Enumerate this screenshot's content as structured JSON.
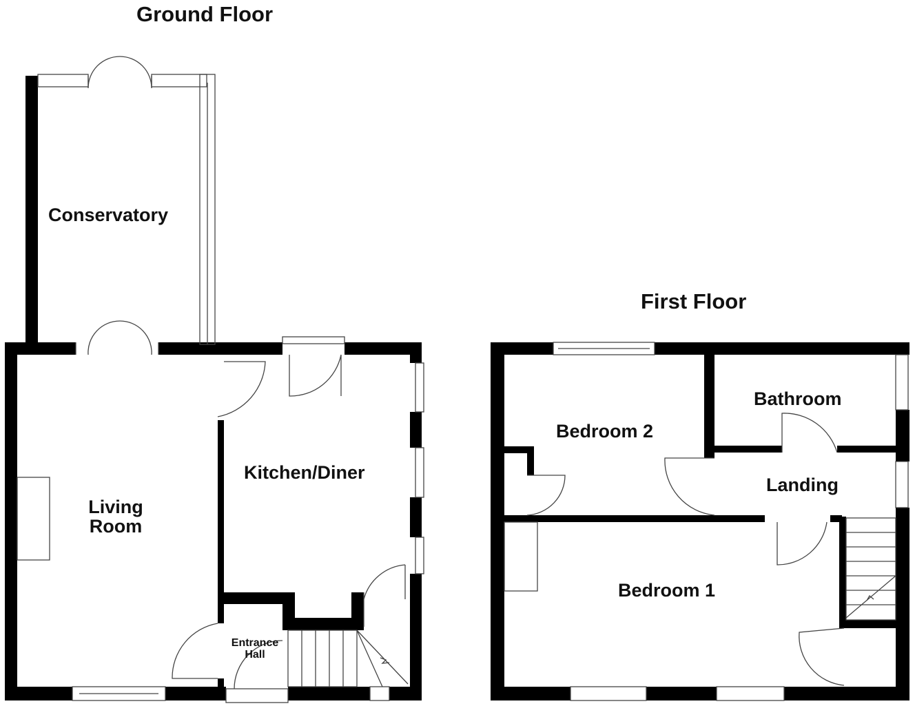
{
  "floors": [
    {
      "title": "Ground Floor",
      "rooms": [
        "Conservatory",
        "Living Room",
        "Kitchen/Diner",
        "Entrance Hall"
      ]
    },
    {
      "title": "First Floor",
      "rooms": [
        "Bedroom 2",
        "Bathroom",
        "Landing",
        "Bedroom 1"
      ]
    }
  ],
  "labels": {
    "ground_title": "Ground Floor",
    "first_title": "First Floor",
    "conservatory": "Conservatory",
    "living_1": "Living",
    "living_2": "Room",
    "kitchen": "Kitchen/Diner",
    "hall_1": "Entrance",
    "hall_2": "Hall",
    "bedroom2": "Bedroom 2",
    "bathroom": "Bathroom",
    "landing": "Landing",
    "bedroom1": "Bedroom 1"
  },
  "colors": {
    "wall": "#000000",
    "line": "#444444"
  }
}
